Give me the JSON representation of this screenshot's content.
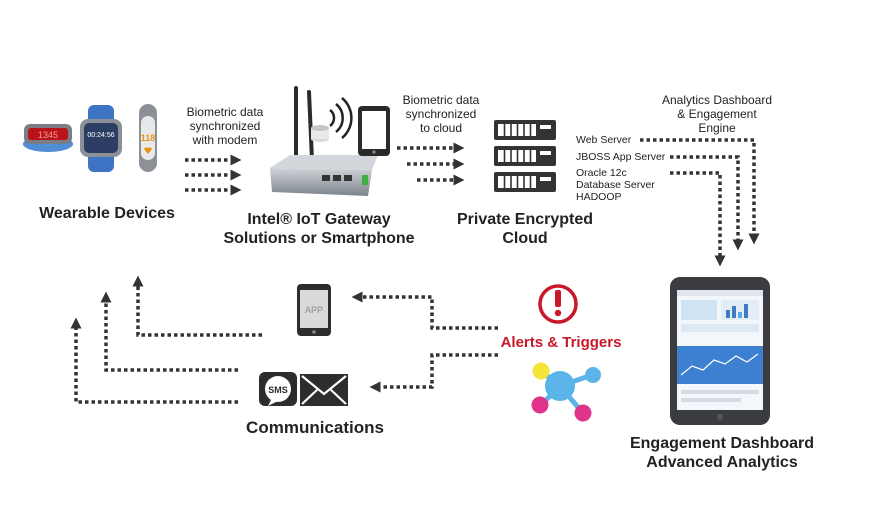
{
  "labels": {
    "wearable": "Wearable Devices",
    "gateway_line1": "Intel® IoT Gateway",
    "gateway_line2": "Solutions or Smartphone",
    "cloud_line1": "Private Encrypted",
    "cloud_line2": "Cloud",
    "dashboard_line1": "Engagement Dashboard",
    "dashboard_line2": "Advanced Analytics",
    "communications": "Communications",
    "alerts": "Alerts & Triggers"
  },
  "edge_labels": {
    "modem_line1": "Biometric data",
    "modem_line2": "synchronized",
    "modem_line3": "with modem",
    "cloud_line1": "Biometric data",
    "cloud_line2": "synchronized",
    "cloud_line3": "to cloud",
    "analytics_line1": "Analytics Dashboard",
    "analytics_line2": "& Engagement",
    "analytics_line3": "Engine"
  },
  "servers": {
    "web": "Web Server",
    "jboss": "JBOSS App Server",
    "oracle_line1": "Oracle 12c",
    "oracle_line2": "Database Server",
    "hadoop": "HADOOP"
  },
  "icons": {
    "watch_time": "00:24:56",
    "heart_rate": "118",
    "band_text": "1345",
    "app": "APP",
    "sms": "SMS"
  },
  "colors": {
    "alert_red": "#c8182a",
    "node_yellow": "#f5e53a",
    "node_blue": "#5ab4e8",
    "node_pink": "#e0338a"
  }
}
